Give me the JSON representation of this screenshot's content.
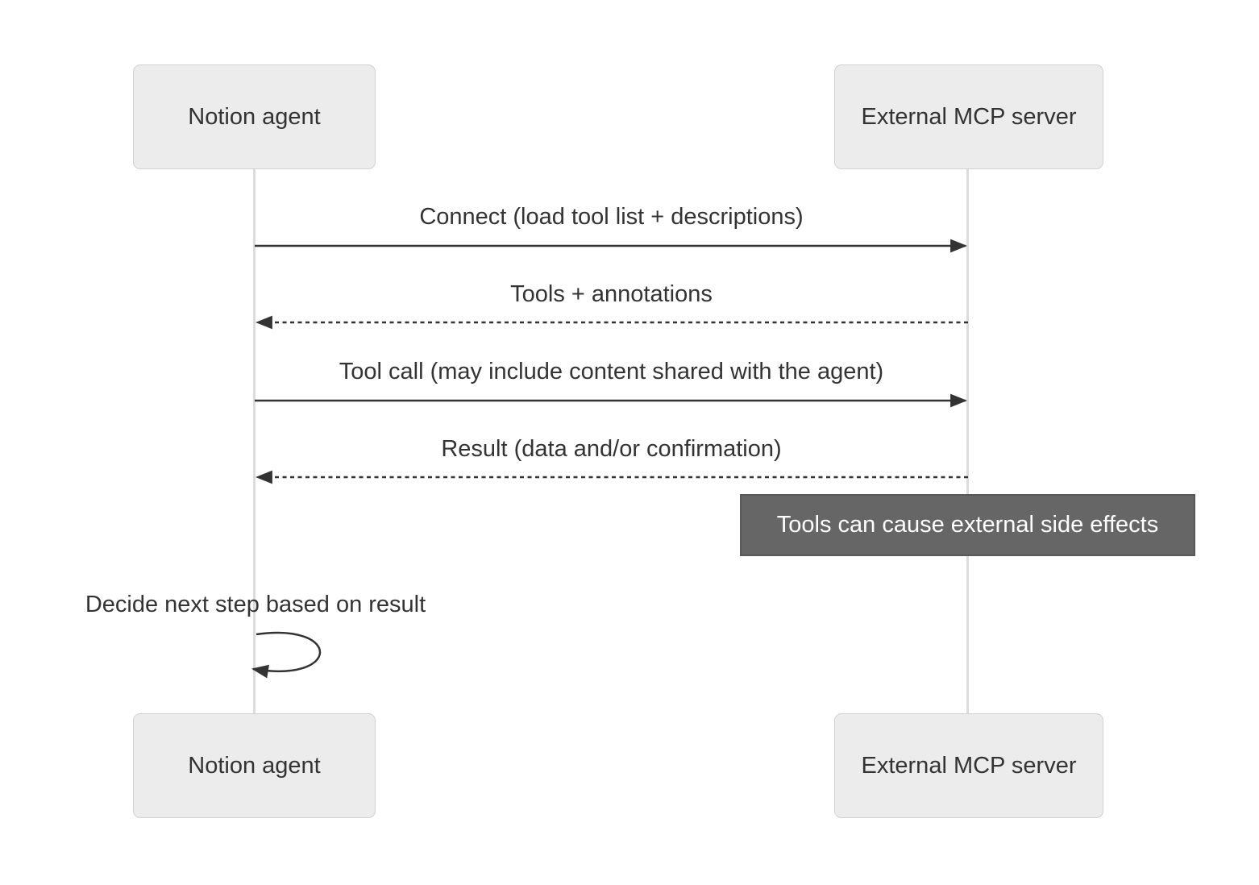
{
  "diagram": {
    "type": "sequence-diagram",
    "actors": [
      {
        "id": "notion-agent",
        "label": "Notion agent"
      },
      {
        "id": "external-mcp-server",
        "label": "External MCP server"
      }
    ],
    "messages": [
      {
        "from": "notion-agent",
        "to": "external-mcp-server",
        "style": "solid-arrow",
        "label": "Connect (load tool list + descriptions)"
      },
      {
        "from": "external-mcp-server",
        "to": "notion-agent",
        "style": "dashed-arrow",
        "label": "Tools + annotations"
      },
      {
        "from": "notion-agent",
        "to": "external-mcp-server",
        "style": "solid-arrow",
        "label": "Tool call (may include content shared with the agent)"
      },
      {
        "from": "external-mcp-server",
        "to": "notion-agent",
        "style": "dashed-arrow",
        "label": "Result (data and/or confirmation)"
      },
      {
        "from": "notion-agent",
        "to": "notion-agent",
        "style": "self-loop",
        "label": "Decide next step based on result"
      }
    ],
    "note": {
      "position": "over external-mcp-server",
      "text": "Tools can cause external side effects"
    },
    "colors": {
      "background": "#ffffff",
      "actor_fill": "#ececec",
      "actor_border": "#d1d1d1",
      "text": "#333333",
      "lifeline": "#dcdcdc",
      "arrow": "#333333",
      "note_fill": "#666666",
      "note_border": "#585858",
      "note_text": "#ffffff"
    }
  }
}
